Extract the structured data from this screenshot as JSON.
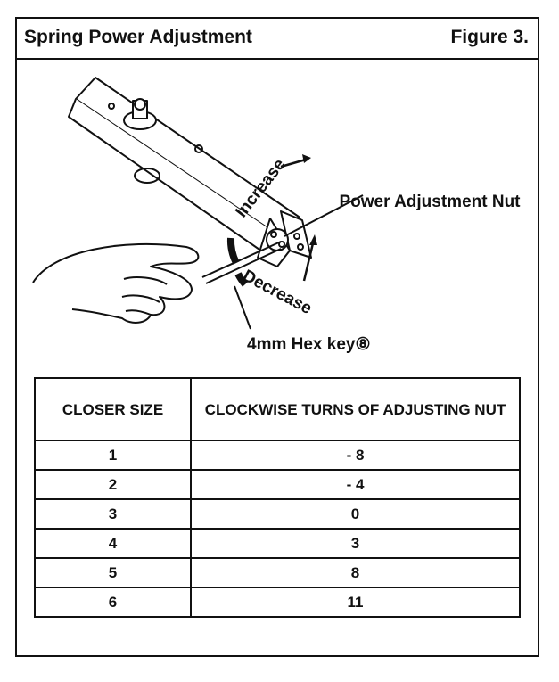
{
  "header": {
    "title": "Spring Power Adjustment",
    "figure": "Figure 3."
  },
  "illustration": {
    "label_power": "Power Adjustment Nut",
    "label_hex": "4mm Hex key⑧",
    "arrow_increase": "Increase",
    "arrow_decrease": "Decrease"
  },
  "table": {
    "headers": [
      "CLOSER SIZE",
      "CLOCKWISE TURNS OF ADJUSTING NUT"
    ],
    "rows": [
      [
        "1",
        "- 8"
      ],
      [
        "2",
        "- 4"
      ],
      [
        "3",
        "0"
      ],
      [
        "4",
        "3"
      ],
      [
        "5",
        "8"
      ],
      [
        "6",
        "11"
      ]
    ]
  }
}
